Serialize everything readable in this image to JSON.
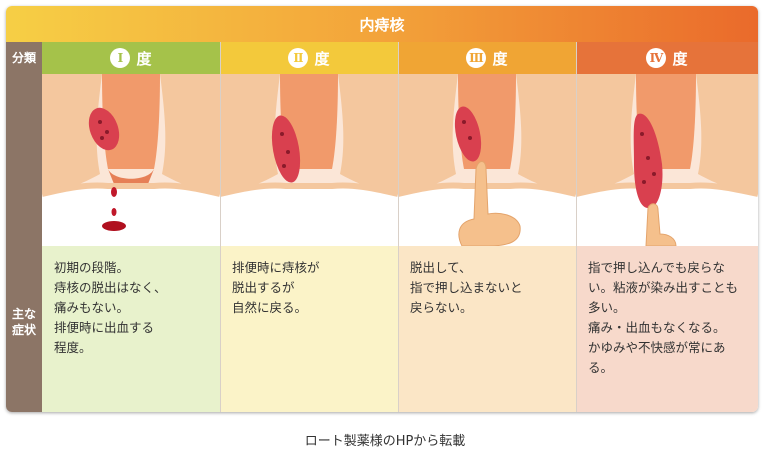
{
  "title": "内痔核",
  "side": {
    "classification": "分類",
    "symptoms_line1": "主な",
    "symptoms_line2": "症状"
  },
  "grades": [
    {
      "numeral": "Ⅰ",
      "suffix": "度",
      "color": "#a5c24a",
      "bg": "#e8f2cc",
      "symptoms": "初期の段階。\n痔核の脱出はなく、\n痛みもない。\n排便時に出血する\n程度。"
    },
    {
      "numeral": "Ⅱ",
      "suffix": "度",
      "color": "#f3c93b",
      "bg": "#fbf3c8",
      "symptoms": "排便時に痔核が\n脱出するが\n自然に戻る。"
    },
    {
      "numeral": "Ⅲ",
      "suffix": "度",
      "color": "#f0a534",
      "bg": "#fbe6c6",
      "symptoms": "脱出して、\n指で押し込まないと\n戻らない。"
    },
    {
      "numeral": "Ⅳ",
      "suffix": "度",
      "color": "#e6733a",
      "bg": "#f7d9cb",
      "symptoms": "指で押し込んでも戻らない。粘液が染み出すことも多い。\n痛み・出血もなくなる。\nかゆみや不快感が常にある。"
    }
  ],
  "caption": "ロート製薬様のHPから転載"
}
